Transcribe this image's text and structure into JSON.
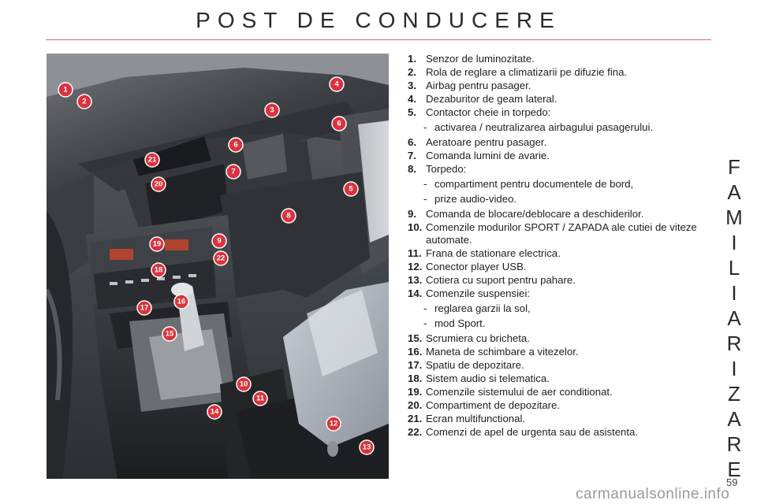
{
  "header": {
    "title": "POST DE CONDUCERE"
  },
  "side_label": "FAMILIARIZARE",
  "legend": [
    {
      "num": "1.",
      "text": "Senzor de luminozitate."
    },
    {
      "num": "2.",
      "text": "Rola de reglare a climatizarii pe difuzie fina."
    },
    {
      "num": "3.",
      "text": "Airbag pentru pasager."
    },
    {
      "num": "4.",
      "text": "Dezaburitor de geam lateral."
    },
    {
      "num": "5.",
      "text": "Contactor cheie in torpedo:",
      "subs": [
        "activarea / neutralizarea airbagului pasagerului."
      ]
    },
    {
      "num": "6.",
      "text": "Aeratoare pentru pasager."
    },
    {
      "num": "7.",
      "text": "Comanda lumini de avarie."
    },
    {
      "num": "8.",
      "text": "Torpedo:",
      "subs": [
        "compartiment pentru documentele de bord,",
        "prize audio-video."
      ]
    },
    {
      "num": "9.",
      "text": "Comanda de blocare/deblocare a deschiderilor."
    },
    {
      "num": "10.",
      "text": "Comenzile modurilor SPORT / ZAPADA ale cutiei de viteze automate."
    },
    {
      "num": "11.",
      "text": "Frana de stationare electrica."
    },
    {
      "num": "12.",
      "text": "Conector player USB."
    },
    {
      "num": "13.",
      "text": "Cotiera cu suport pentru pahare."
    },
    {
      "num": "14.",
      "text": "Comenzile suspensiei:",
      "subs": [
        "reglarea garzii la sol,",
        "mod Sport."
      ]
    },
    {
      "num": "15.",
      "text": "Scrumiera cu bricheta."
    },
    {
      "num": "16.",
      "text": "Maneta de schimbare a vitezelor."
    },
    {
      "num": "17.",
      "text": "Spatiu de depozitare."
    },
    {
      "num": "18.",
      "text": "Sistem audio si telematica."
    },
    {
      "num": "19.",
      "text": "Comenzile sistemului de aer conditionat."
    },
    {
      "num": "20.",
      "text": "Compartiment de depozitare."
    },
    {
      "num": "21.",
      "text": "Ecran multifunctional."
    },
    {
      "num": "22.",
      "text": "Comenzi de apel de urgenta sau de asistenta."
    }
  ],
  "markers": [
    "1",
    "2",
    "3",
    "4",
    "5",
    "6",
    "6",
    "7",
    "8",
    "9",
    "10",
    "11",
    "12",
    "13",
    "14",
    "15",
    "16",
    "17",
    "18",
    "19",
    "20",
    "21",
    "22"
  ],
  "page_number": "59",
  "watermark": "carmanualsonline.info",
  "colors": {
    "accent_rule": "#cf6a78",
    "marker_fill": "#d9343f",
    "marker_stroke": "#ffffff"
  }
}
